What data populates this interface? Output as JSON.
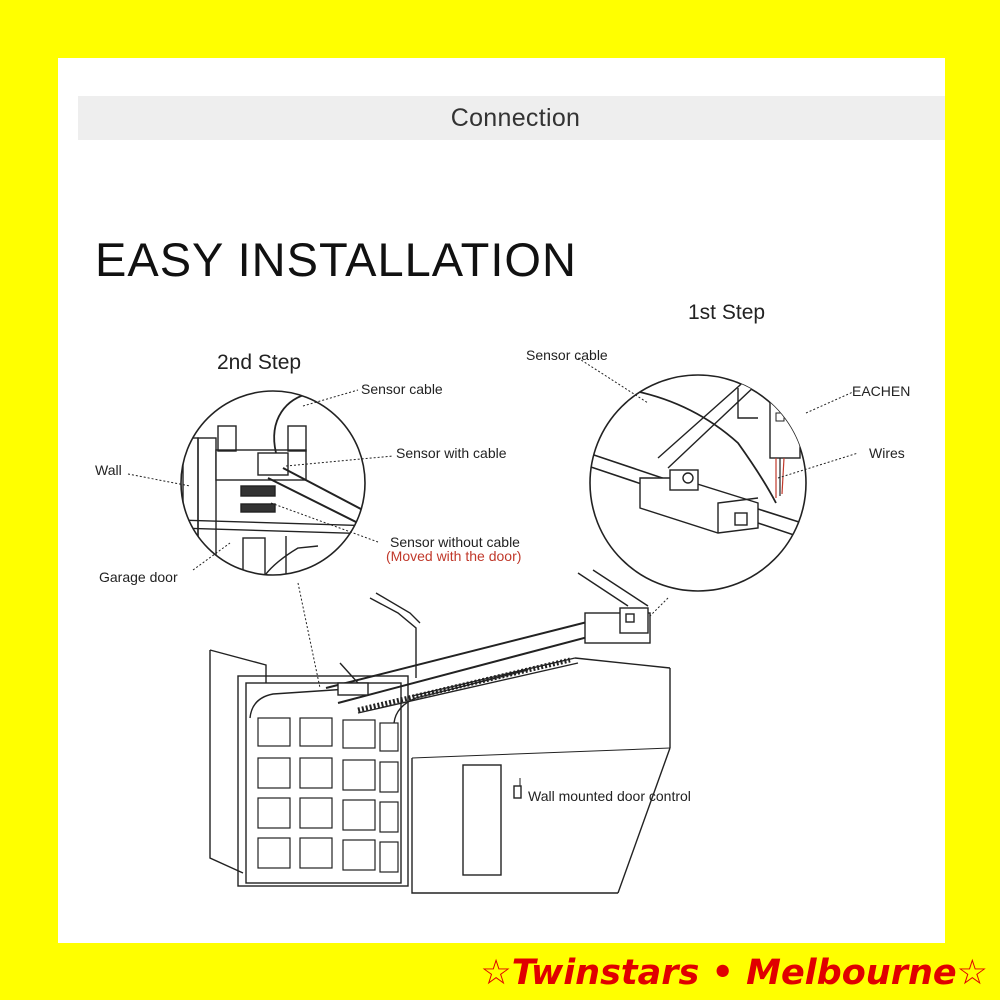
{
  "header": {
    "title": "Connection"
  },
  "main_title": "EASY INSTALLATION",
  "steps": {
    "first": "1st Step",
    "second": "2nd Step"
  },
  "labels": {
    "sensor_cable_left": "Sensor cable",
    "sensor_with_cable": "Sensor with cable",
    "wall": "Wall",
    "sensor_without_cable": "Sensor without cable",
    "moved_with_door": "(Moved with the door)",
    "garage_door": "Garage door",
    "sensor_cable_right": "Sensor cable",
    "eachen": "EACHEN",
    "wires": "Wires",
    "wall_control": "Wall mounted door control"
  },
  "footer": {
    "brand": "☆Twinstars • Melbourne☆"
  },
  "colors": {
    "background": "#ffff00",
    "footer_text": "#e00000",
    "note_red": "#c0392b",
    "header_bar": "#eeeeee"
  }
}
